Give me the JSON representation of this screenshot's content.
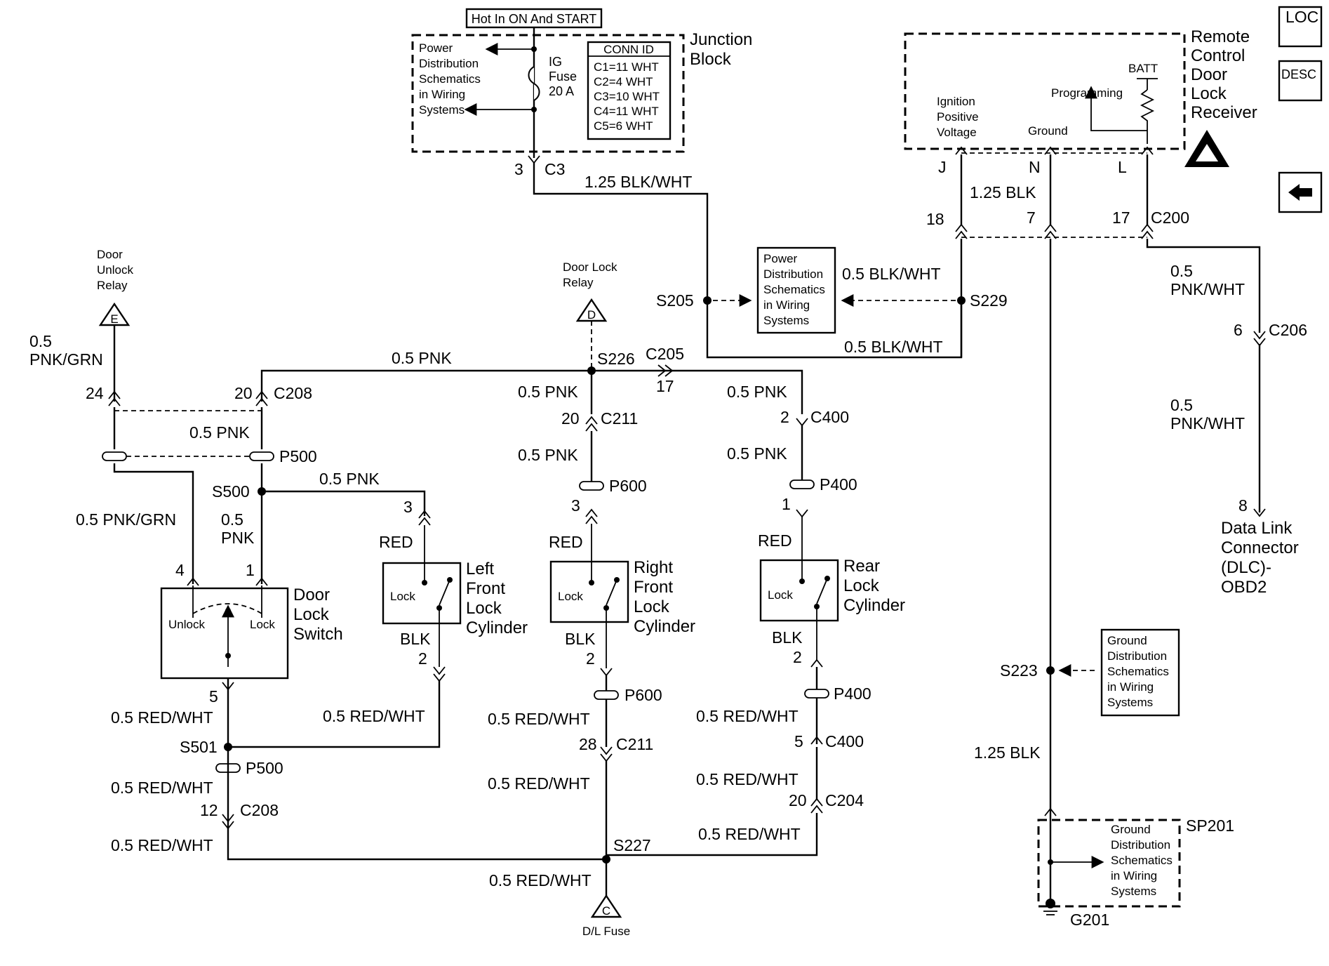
{
  "header": {
    "hot_label": "Hot In ON And START",
    "junction_block": [
      "Junction",
      "Block"
    ],
    "fuse": [
      "IG",
      "Fuse",
      "20 A"
    ],
    "power_dist": [
      "Power",
      "Distribution",
      "Schematics",
      "in Wiring",
      "Systems"
    ],
    "conn_id_title": "CONN ID",
    "conn_id_rows": [
      "C1=11 WHT",
      "C2=4 WHT",
      "C3=10 WHT",
      "C4=11 WHT",
      "C5=6 WHT"
    ]
  },
  "receiver": {
    "title": [
      "Remote",
      "Control",
      "Door",
      "Lock",
      "Receiver"
    ],
    "batt": "BATT",
    "programming": "Programming",
    "ignition": [
      "Ignition",
      "Positive",
      "Voltage"
    ],
    "ground": "Ground",
    "pins": [
      "J",
      "N",
      "L"
    ]
  },
  "nav": {
    "loc": "LOC",
    "desc": "DESC",
    "back_icon": "left-arrow-icon",
    "esd_icon": "esd-warning-icon"
  },
  "wires": {
    "blk_wht_125": "1.25 BLK/WHT",
    "blk_125": "1.25 BLK",
    "blk_wht_05": "0.5 BLK/WHT",
    "pnk": "0.5 PNK",
    "pnk_grn_a": "0.5",
    "pnk_grn_b": "PNK/GRN",
    "pnk_grn": "0.5 PNK/GRN",
    "pnk_wht_a": "0.5",
    "pnk_wht_b": "PNK/WHT",
    "pnk_split_a": "0.5",
    "pnk_split_b": "PNK",
    "red_wht": "0.5 RED/WHT",
    "red": "RED",
    "blk": "BLK"
  },
  "connectors": {
    "c3": "C3",
    "c3_pin": "3",
    "c200": "C200",
    "c200_pins": [
      "18",
      "7",
      "17"
    ],
    "c205": "C205",
    "c205_pin": "17",
    "c206": "C206",
    "c206_pin": "6",
    "c208": "C208",
    "c208_pins": [
      "24",
      "20",
      "12"
    ],
    "c211": "C211",
    "c211_pins": [
      "20",
      "28"
    ],
    "c400": "C400",
    "c400_pins": [
      "2",
      "5"
    ],
    "c204": "C204",
    "c204_pin": "20",
    "p500": "P500",
    "p600": "P600",
    "p400": "P400",
    "pin_1": "1",
    "pin_2": "2",
    "pin_3": "3",
    "pin_4": "4",
    "pin_5": "5",
    "pin_8": "8"
  },
  "splices": {
    "s205": "S205",
    "s229": "S229",
    "s226": "S226",
    "s500": "S500",
    "s501": "S501",
    "s227": "S227",
    "s223": "S223",
    "sp201": "SP201",
    "g201": "G201"
  },
  "relays": {
    "unlock": [
      "Door",
      "Unlock",
      "Relay"
    ],
    "unlock_letter": "E",
    "lock": [
      "Door Lock",
      "Relay"
    ],
    "lock_letter": "D",
    "fuse_letter": "C",
    "fuse_label": "D/L Fuse"
  },
  "components": {
    "door_lock_switch": [
      "Door",
      "Lock",
      "Switch"
    ],
    "unlock": "Unlock",
    "lock": "Lock",
    "left_cyl": [
      "Left",
      "Front",
      "Lock",
      "Cylinder"
    ],
    "right_cyl": [
      "Right",
      "Front",
      "Lock",
      "Cylinder"
    ],
    "rear_cyl": [
      "Rear",
      "Lock",
      "Cylinder"
    ],
    "dlc": [
      "Data Link",
      "Connector",
      "(DLC)-",
      "OBD2"
    ],
    "ground_dist": [
      "Ground",
      "Distribution",
      "Schematics",
      "in Wiring",
      "Systems"
    ]
  }
}
